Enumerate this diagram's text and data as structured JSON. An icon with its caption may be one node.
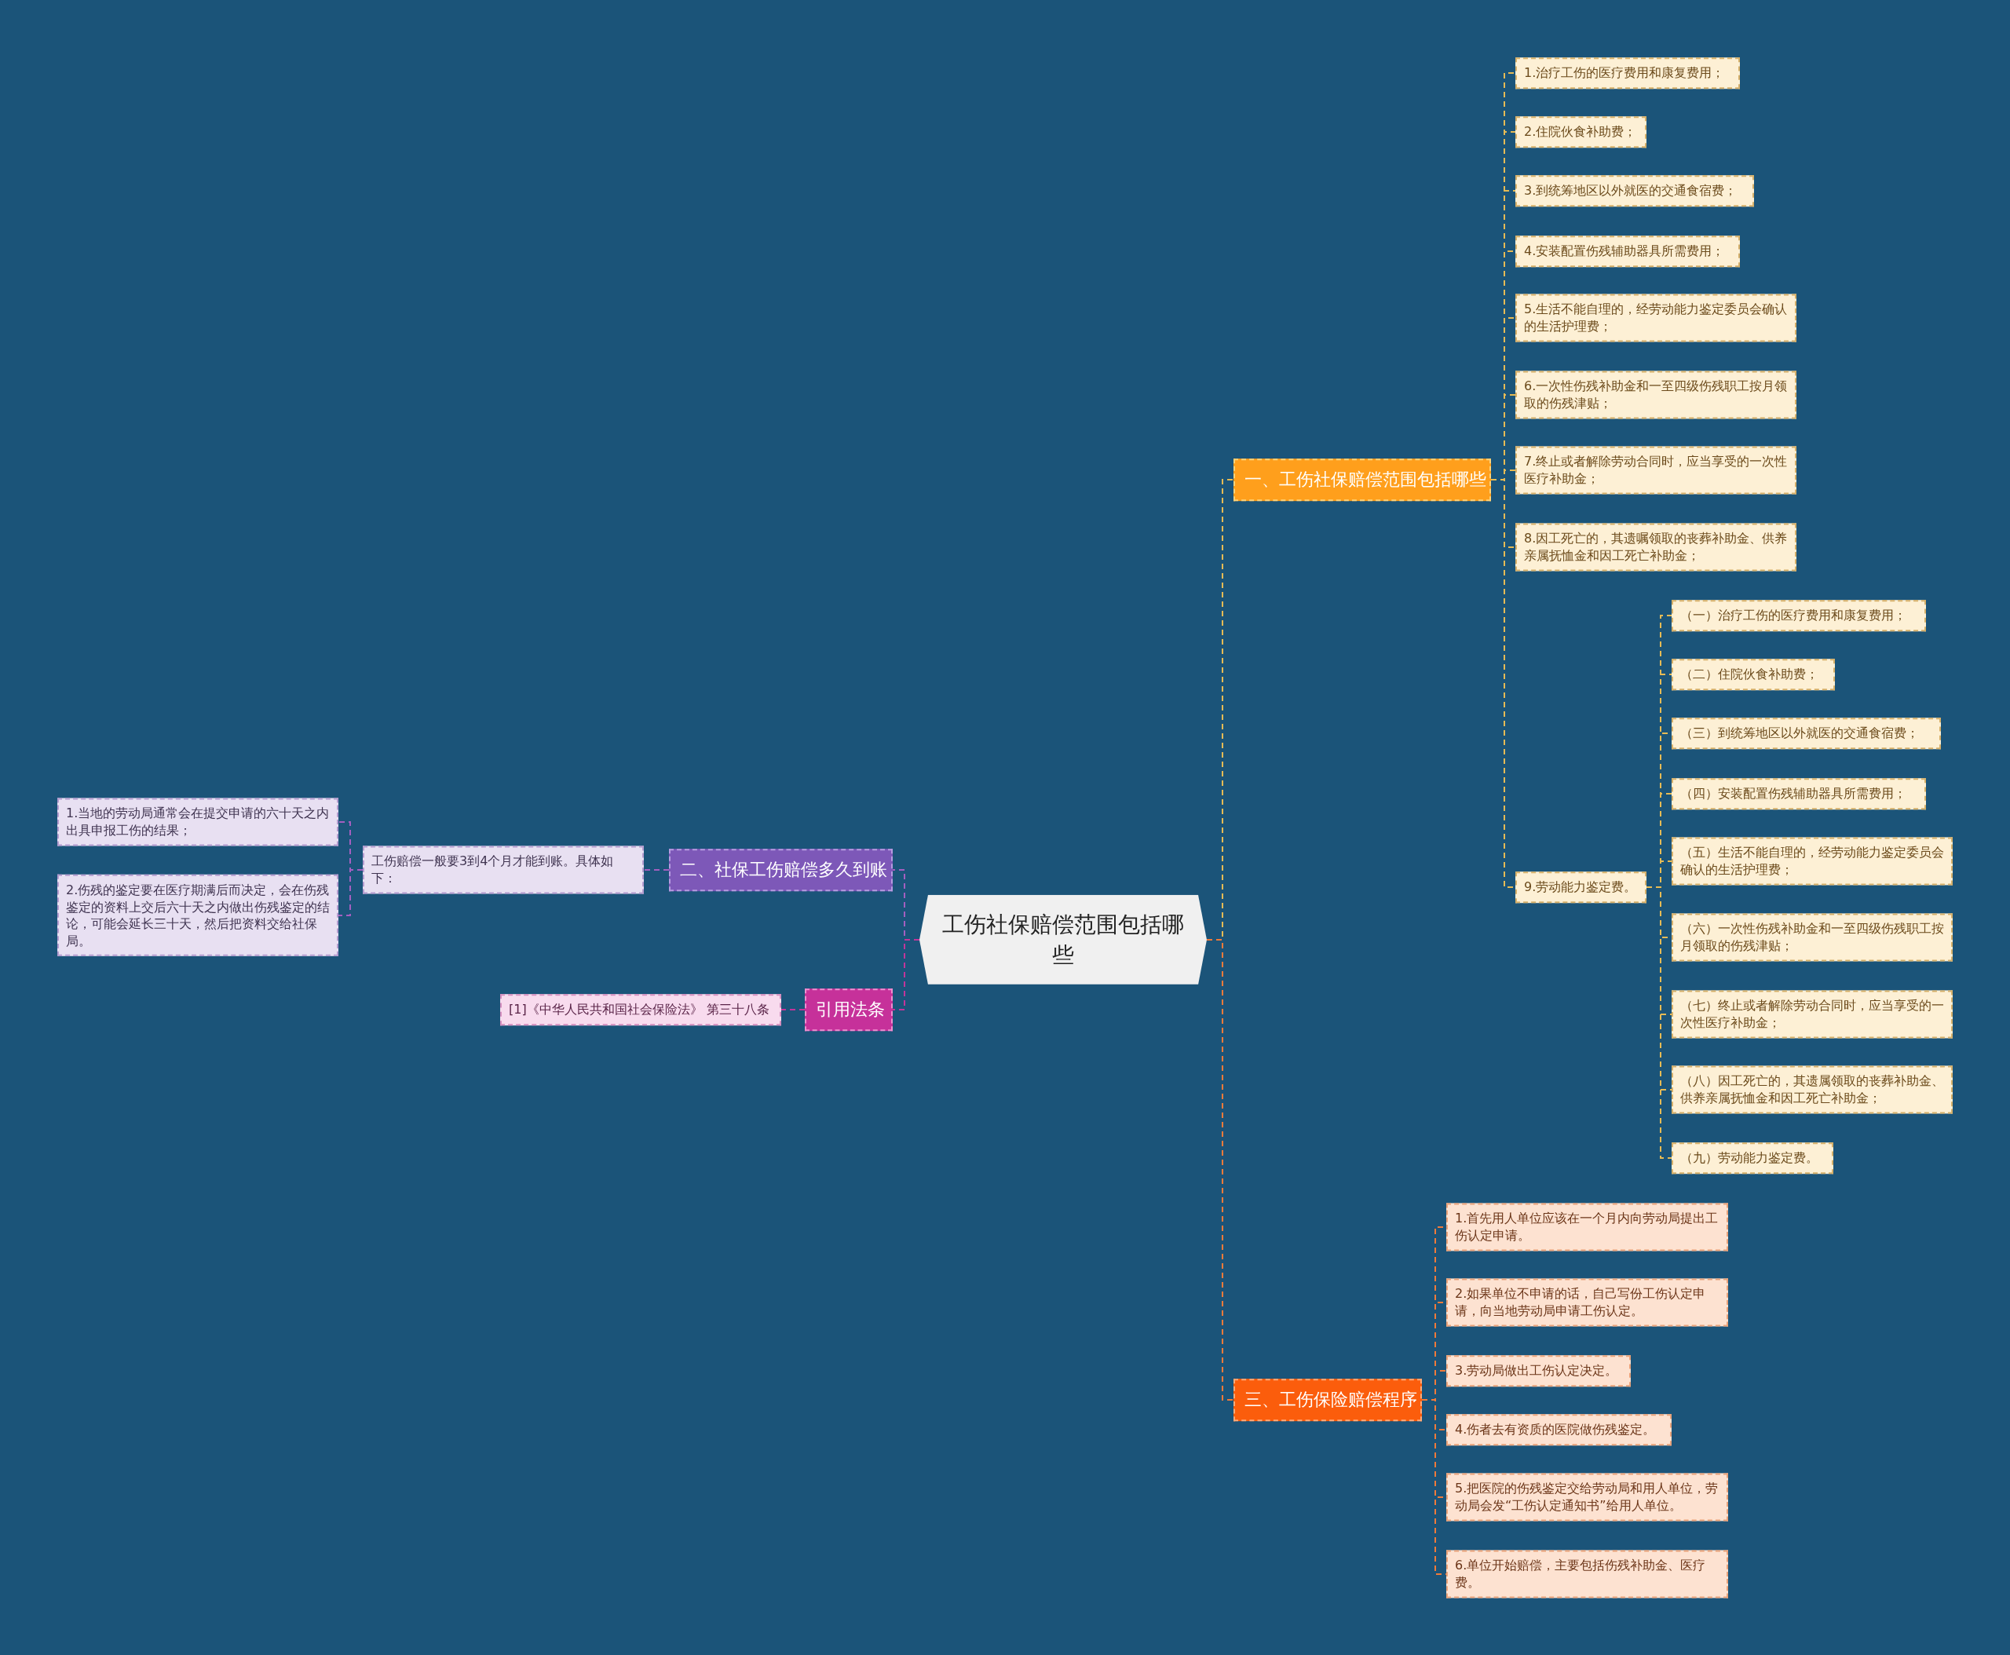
{
  "diagram": {
    "nodes": [
      {
        "text": [
          "工伤社保赔偿范围包括哪些"
        ]
      },
      {
        "text": [
          "一、工伤社保赔偿范围包括哪些"
        ]
      },
      {
        "text": [
          "1.治疗工伤的医疗费用和康复费用；"
        ]
      },
      {
        "text": [
          "2.住院伙食补助费；"
        ]
      },
      {
        "text": [
          "3.到统筹地区以外就医的交通食宿费；"
        ]
      },
      {
        "text": [
          "4.安装配置伤残辅助器具所需费用；"
        ]
      },
      {
        "text": [
          "5.生活不能自理的，经劳动能力鉴定委员会确认的生活护理费；"
        ]
      },
      {
        "text": [
          "6.一次性伤残补助金和一至四级伤残职工按月领取的伤残津贴；"
        ]
      },
      {
        "text": [
          "7.终止或者解除劳动合同时，应当享受的一次性医疗补助金；"
        ]
      },
      {
        "text": [
          "8.因工死亡的，其遗嘱领取的丧葬补助金、供养亲属抚恤金和因工死亡补助金；"
        ]
      },
      {
        "text": [
          "9.劳动能力鉴定费。"
        ]
      },
      {
        "text": [
          "（一）治疗工伤的医疗费用和康复费用；"
        ]
      },
      {
        "text": [
          "（二）住院伙食补助费；"
        ]
      },
      {
        "text": [
          "（三）到统筹地区以外就医的交通食宿费；"
        ]
      },
      {
        "text": [
          "（四）安装配置伤残辅助器具所需费用；"
        ]
      },
      {
        "text": [
          "（五）生活不能自理的，经劳动能力鉴定委员会确认的生活护理费；"
        ]
      },
      {
        "text": [
          "（六）一次性伤残补助金和一至四级伤残职工按月领取的伤残津贴；"
        ]
      },
      {
        "text": [
          "（七）终止或者解除劳动合同时，应当享受的一次性医疗补助金；"
        ]
      },
      {
        "text": [
          "（八）因工死亡的，其遗属领取的丧葬补助金、供养亲属抚恤金和因工死亡补助金；"
        ]
      },
      {
        "text": [
          "（九）劳动能力鉴定费。"
        ]
      },
      {
        "text": [
          "三、工伤保险赔偿程序"
        ]
      },
      {
        "text": [
          "1.首先用人单位应该在一个月内向劳动局提出工伤认定申请。"
        ]
      },
      {
        "text": [
          "2.如果单位不申请的话，自己写份工伤认定申请，向当地劳动局申请工伤认定。"
        ]
      },
      {
        "text": [
          "3.劳动局做出工伤认定决定。"
        ]
      },
      {
        "text": [
          "4.伤者去有资质的医院做伤残鉴定。"
        ]
      },
      {
        "text": [
          "5.把医院的伤残鉴定交给劳动局和用人单位，劳动局会发“工伤认定通知书”给用人单位。"
        ]
      },
      {
        "text": [
          "6.单位开始赔偿，主要包括伤残补助金、医疗费。"
        ]
      },
      {
        "text": [
          "二、社保工伤赔偿多久到账"
        ]
      },
      {
        "text": [
          "工伤赔偿一般要3到4个月才能到账。具体如下："
        ]
      },
      {
        "text": [
          "1.当地的劳动局通常会在提交申请的六十天之内出具申报工伤的结果；"
        ]
      },
      {
        "text": [
          "2.伤残的鉴定要在医疗期满后而决定，会在伤残鉴定的资料上交后六十天之内做出伤残鉴定的结论，可能会延长三十天，然后把资料交给社保局。"
        ]
      },
      {
        "text": [
          "引用法条"
        ]
      },
      {
        "text": [
          "[1]《中华人民共和国社会保险法》 第三十八条"
        ]
      }
    ],
    "edges": [
      {
        "from": 0,
        "to": 1,
        "arrow": "none"
      },
      {
        "from": 1,
        "to": 2,
        "arrow": "none"
      },
      {
        "from": 1,
        "to": 3,
        "arrow": "none"
      },
      {
        "from": 1,
        "to": 4,
        "arrow": "none"
      },
      {
        "from": 1,
        "to": 5,
        "arrow": "none"
      },
      {
        "from": 1,
        "to": 6,
        "arrow": "none"
      },
      {
        "from": 1,
        "to": 7,
        "arrow": "none"
      },
      {
        "from": 1,
        "to": 8,
        "arrow": "none"
      },
      {
        "from": 1,
        "to": 9,
        "arrow": "none"
      },
      {
        "from": 1,
        "to": 10,
        "arrow": "none"
      },
      {
        "from": 10,
        "to": 11,
        "arrow": "none"
      },
      {
        "from": 10,
        "to": 12,
        "arrow": "none"
      },
      {
        "from": 10,
        "to": 13,
        "arrow": "none"
      },
      {
        "from": 10,
        "to": 14,
        "arrow": "none"
      },
      {
        "from": 10,
        "to": 15,
        "arrow": "none"
      },
      {
        "from": 10,
        "to": 16,
        "arrow": "none"
      },
      {
        "from": 10,
        "to": 17,
        "arrow": "none"
      },
      {
        "from": 10,
        "to": 18,
        "arrow": "none"
      },
      {
        "from": 10,
        "to": 19,
        "arrow": "none"
      },
      {
        "from": 0,
        "to": 20,
        "arrow": "none",
        "color": "#f07a3a"
      },
      {
        "from": 20,
        "to": 21,
        "arrow": "none",
        "color": "#f07a3a"
      },
      {
        "from": 20,
        "to": 22,
        "arrow": "none",
        "color": "#f07a3a"
      },
      {
        "from": 20,
        "to": 23,
        "arrow": "none",
        "color": "#f07a3a"
      },
      {
        "from": 20,
        "to": 24,
        "arrow": "none",
        "color": "#f07a3a"
      },
      {
        "from": 20,
        "to": 25,
        "arrow": "none",
        "color": "#f07a3a"
      },
      {
        "from": 20,
        "to": 26,
        "arrow": "none",
        "color": "#f07a3a"
      },
      {
        "from": 0,
        "to": 27,
        "arrow": "none",
        "color": "#a45fc0"
      },
      {
        "from": 27,
        "to": 28,
        "arrow": "none",
        "color": "#a45fc0"
      },
      {
        "from": 28,
        "to": 29,
        "arrow": "none",
        "color": "#a45fc0"
      },
      {
        "from": 28,
        "to": 30,
        "arrow": "none",
        "color": "#a45fc0"
      },
      {
        "from": 0,
        "to": 31,
        "arrow": "none",
        "color": "#c2359b"
      },
      {
        "from": 31,
        "to": 32,
        "arrow": "none",
        "color": "#c2359b"
      }
    ]
  }
}
